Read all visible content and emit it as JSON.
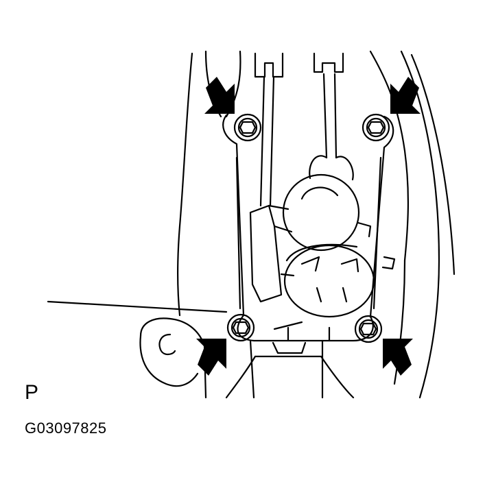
{
  "view_label": "P",
  "figure_code": "G03097825",
  "bolts": [
    {
      "name": "bolt-top-left"
    },
    {
      "name": "bolt-top-right"
    },
    {
      "name": "bolt-bottom-left"
    },
    {
      "name": "bolt-bottom-right"
    }
  ],
  "colors": {
    "line": "#000000",
    "background": "#ffffff"
  }
}
